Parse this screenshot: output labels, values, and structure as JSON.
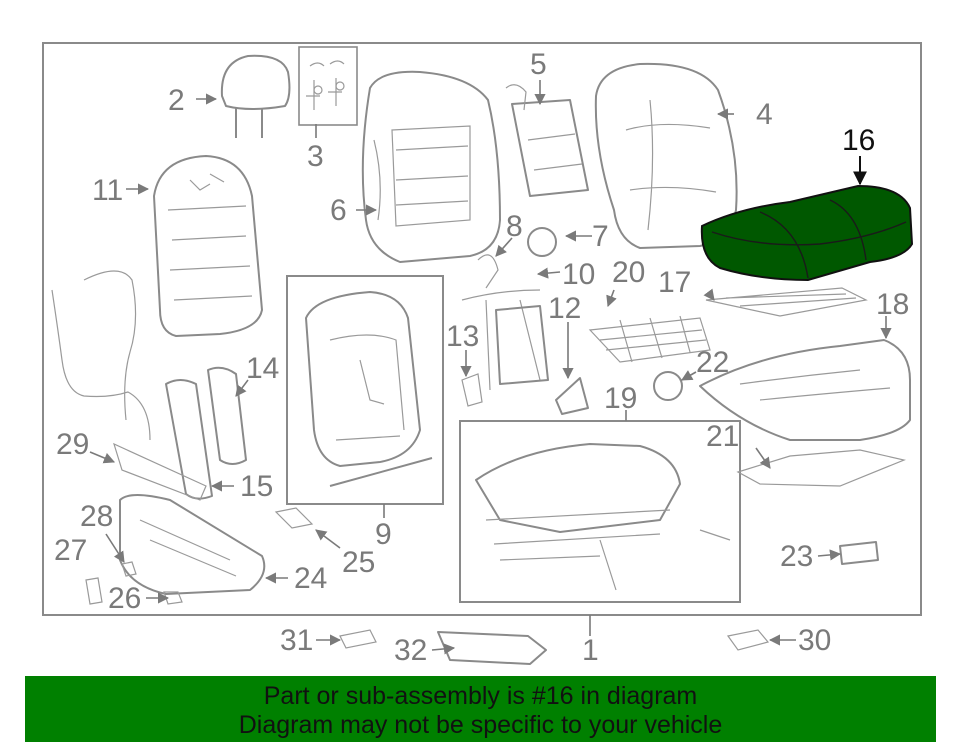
{
  "colors": {
    "highlight": "#005800",
    "banner": "#008000",
    "line": "#8a8a8a",
    "label": "#7a7a7a"
  },
  "highlighted_part": "16",
  "callouts": [
    "1",
    "2",
    "3",
    "4",
    "5",
    "6",
    "7",
    "8",
    "9",
    "10",
    "11",
    "12",
    "13",
    "14",
    "15",
    "16",
    "17",
    "18",
    "19",
    "20",
    "21",
    "22",
    "23",
    "24",
    "25",
    "26",
    "27",
    "28",
    "29",
    "30",
    "31",
    "32"
  ],
  "banner": {
    "line1": "Part or sub-assembly is #16 in diagram",
    "line2": "Diagram may not be specific to your vehicle"
  }
}
